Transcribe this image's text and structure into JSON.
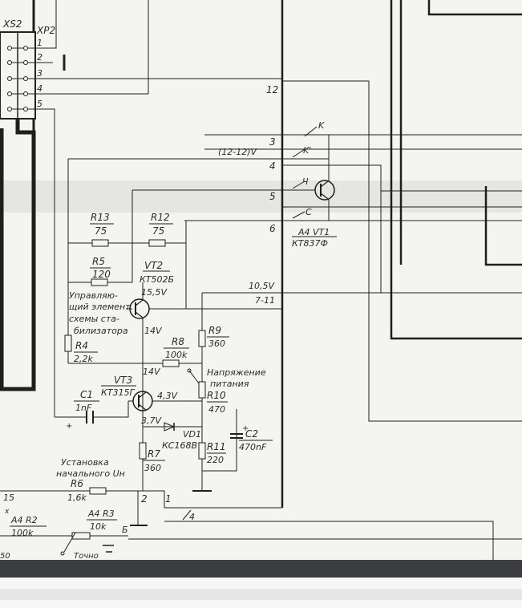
{
  "connectors": {
    "xs2": "XS2",
    "xp2": "XP2",
    "pins": [
      "1",
      "2",
      "3",
      "4",
      "5"
    ]
  },
  "node_numbers": {
    "n12": "12",
    "n3": "3",
    "n4": "4",
    "n5": "5",
    "n6": "6",
    "n2": "2",
    "n1": "1"
  },
  "labels": {
    "k1": "K",
    "k2": "K'",
    "ch": "Ч",
    "s": "С",
    "voltage_range": "(12-12)V",
    "v105": "10,5V",
    "v711": "7-11",
    "b": "Б",
    "ch_bottom": "4",
    "r15": "15",
    "tochno": "Точно",
    "ctrl": [
      "Управляю-",
      "щий элемент",
      "схемы ста-",
      "билизатора"
    ],
    "napr": [
      "Напряжение",
      "питания"
    ],
    "ustanovka": [
      "Установка",
      "начального Uн"
    ]
  },
  "components": {
    "r13": {
      "name": "R13",
      "value": "75"
    },
    "r12": {
      "name": "R12",
      "value": "75"
    },
    "r5": {
      "name": "R5",
      "value": "120"
    },
    "vt2": {
      "name": "VT2",
      "type": "КТ502Б",
      "v": "15,5V"
    },
    "r4": {
      "name": "R4",
      "value": "2,2k"
    },
    "v14a": "14V",
    "r8": {
      "name": "R8",
      "value": "100k"
    },
    "r9": {
      "name": "R9",
      "value": "360"
    },
    "v14b": "14V",
    "vt3": {
      "name": "VT3",
      "type": "КТ315Г"
    },
    "v43": "4,3V",
    "c1": {
      "name": "C1",
      "value": "1nF"
    },
    "r10": {
      "name": "R10",
      "value": "470"
    },
    "v37": "3,7V",
    "vd1": {
      "name": "VD1",
      "type": "КС168В"
    },
    "c2": {
      "name": "C2",
      "value": "470nF"
    },
    "r7": {
      "name": "R7",
      "value": "360"
    },
    "r11": {
      "name": "R11",
      "value": "220"
    },
    "r6": {
      "name": "R6",
      "value": "1,6k"
    },
    "a4r2": {
      "name": "А4 R2",
      "value": "100k"
    },
    "a4r3": {
      "name": "А4 R3",
      "value": "10k"
    },
    "vt1": {
      "name": "А4 VT1",
      "type": "КТ837Ф"
    },
    "r15ext": "50"
  }
}
